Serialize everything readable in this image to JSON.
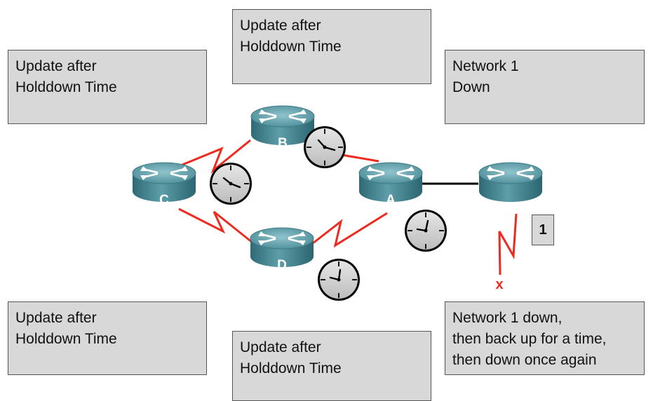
{
  "notes": {
    "top_left": [
      "Update after",
      "Holddown Time"
    ],
    "top_center": [
      "Update after",
      "Holddown Time"
    ],
    "top_right": [
      "Network 1",
      "Down"
    ],
    "bottom_left": [
      "Update after",
      "Holddown Time"
    ],
    "bottom_center": [
      "Update after",
      "Holddown Time"
    ],
    "bottom_right": [
      "Network 1 down,",
      "then back up for a time,",
      "then down once again"
    ]
  },
  "routers": {
    "a": "A",
    "b": "B",
    "c": "C",
    "d": "D",
    "e": ""
  },
  "network_label": "1",
  "failure_mark": "x",
  "colors": {
    "link": "#ee2a1e",
    "router_body": "#4a8a96",
    "note_bg": "#d8d8d8"
  }
}
